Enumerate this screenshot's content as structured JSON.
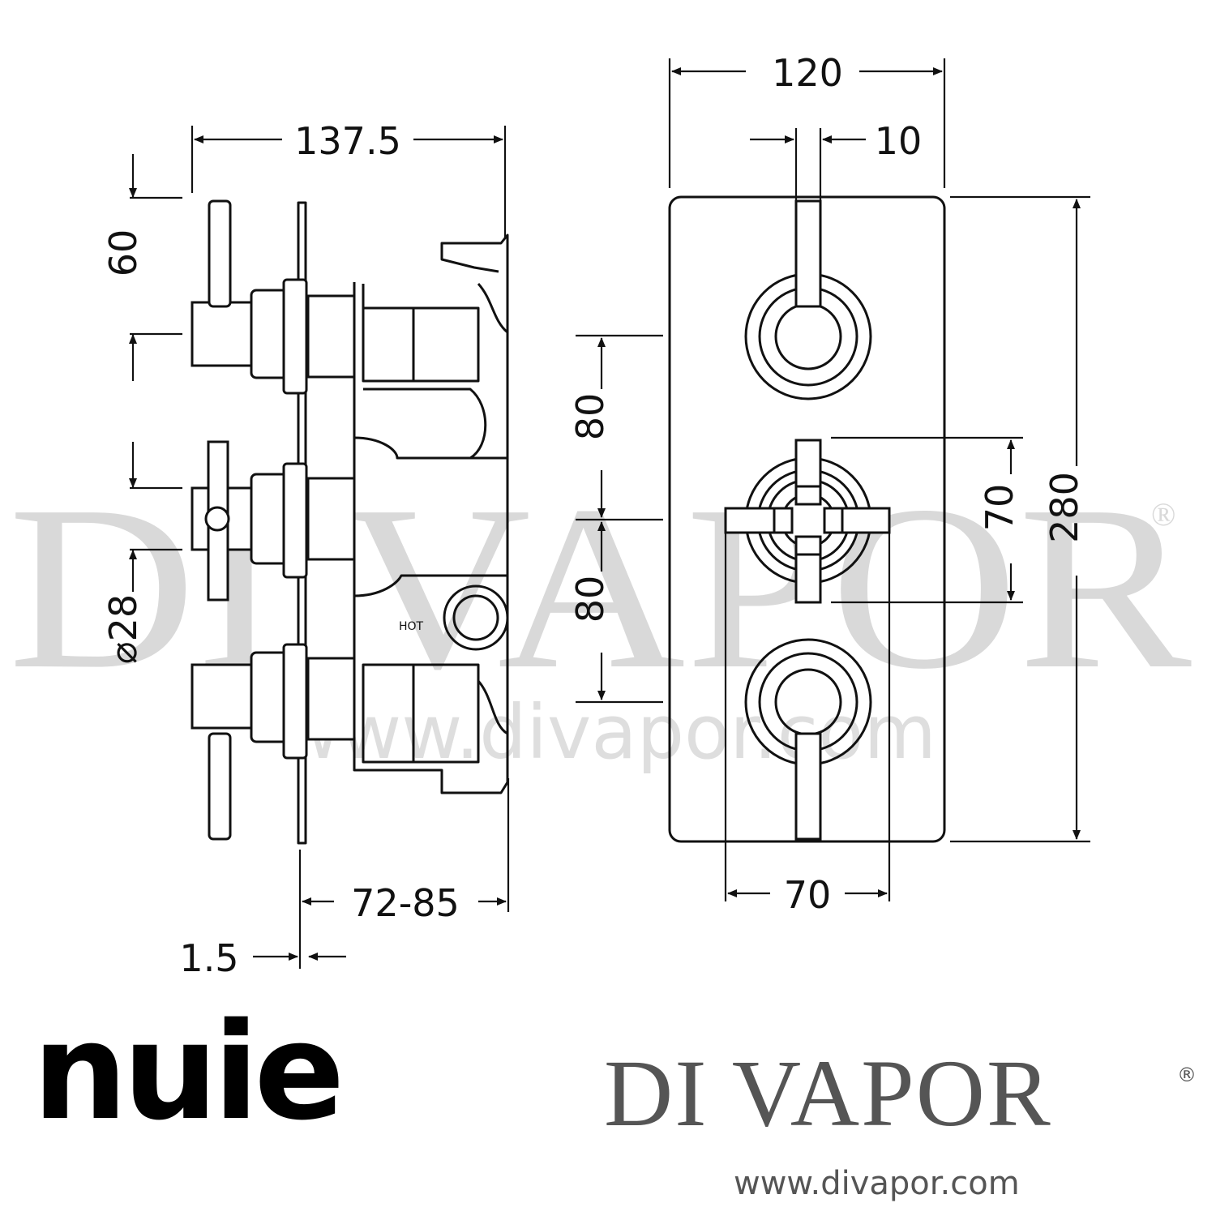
{
  "watermark": {
    "brand": "DI VAPOR",
    "registered": "®",
    "url": "www.divapor.com"
  },
  "side_view": {
    "dim_overall_depth": "137.5",
    "dim_handle_length": "60",
    "dim_spindle_diameter": "⌀28",
    "dim_wall_depth_range": "72-85",
    "dim_plate_thickness": "1.5",
    "label_hot": "HOT"
  },
  "front_view": {
    "dim_plate_width": "120",
    "dim_lever_width": "10",
    "dim_plate_height": "280",
    "dim_spacing_upper": "80",
    "dim_spacing_lower": "80",
    "dim_cross_handle_height": "70",
    "dim_cross_handle_width": "70"
  },
  "logos": {
    "nuie": "nuie",
    "divapor": "DI VAPOR",
    "divapor_registered": "®",
    "divapor_url": "www.divapor.com"
  }
}
